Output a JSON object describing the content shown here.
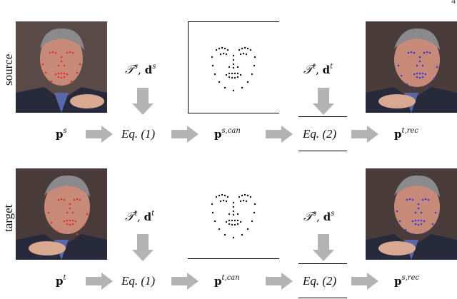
{
  "page_number": "4",
  "rows": [
    {
      "label": "source",
      "input": {
        "base": "p",
        "sup": "s"
      },
      "eq1": "Eq. (1)",
      "params1": {
        "calT": "𝒯",
        "sup1": "s",
        "d": "d",
        "sup2": "s"
      },
      "canonical": {
        "base": "p",
        "sup": "s,can"
      },
      "params2": {
        "calT": "𝒯",
        "sup1": "t",
        "d": "d",
        "sup2": "t"
      },
      "eq2": "Eq. (2)",
      "output": {
        "base": "p",
        "sup": "t,rec"
      }
    },
    {
      "label": "target",
      "input": {
        "base": "p",
        "sup": "t"
      },
      "eq1": "Eq. (1)",
      "params1": {
        "calT": "𝒯",
        "sup1": "t",
        "d": "d",
        "sup2": "t"
      },
      "canonical": {
        "base": "p",
        "sup": "t,can"
      },
      "params2": {
        "calT": "𝒯",
        "sup1": "s",
        "d": "d",
        "sup2": "s"
      },
      "eq2": "Eq. (2)",
      "output": {
        "base": "p",
        "sup": "s,rec"
      }
    }
  ],
  "colors": {
    "arrow_fill": "#b3b3b3",
    "landmark_input": "#e03030",
    "landmark_output": "#3a3ad8",
    "landmark_canonical": "#111111"
  },
  "icons": {
    "face_photo": "face-photo-with-landmarks",
    "arrow": "gray-block-arrow"
  }
}
